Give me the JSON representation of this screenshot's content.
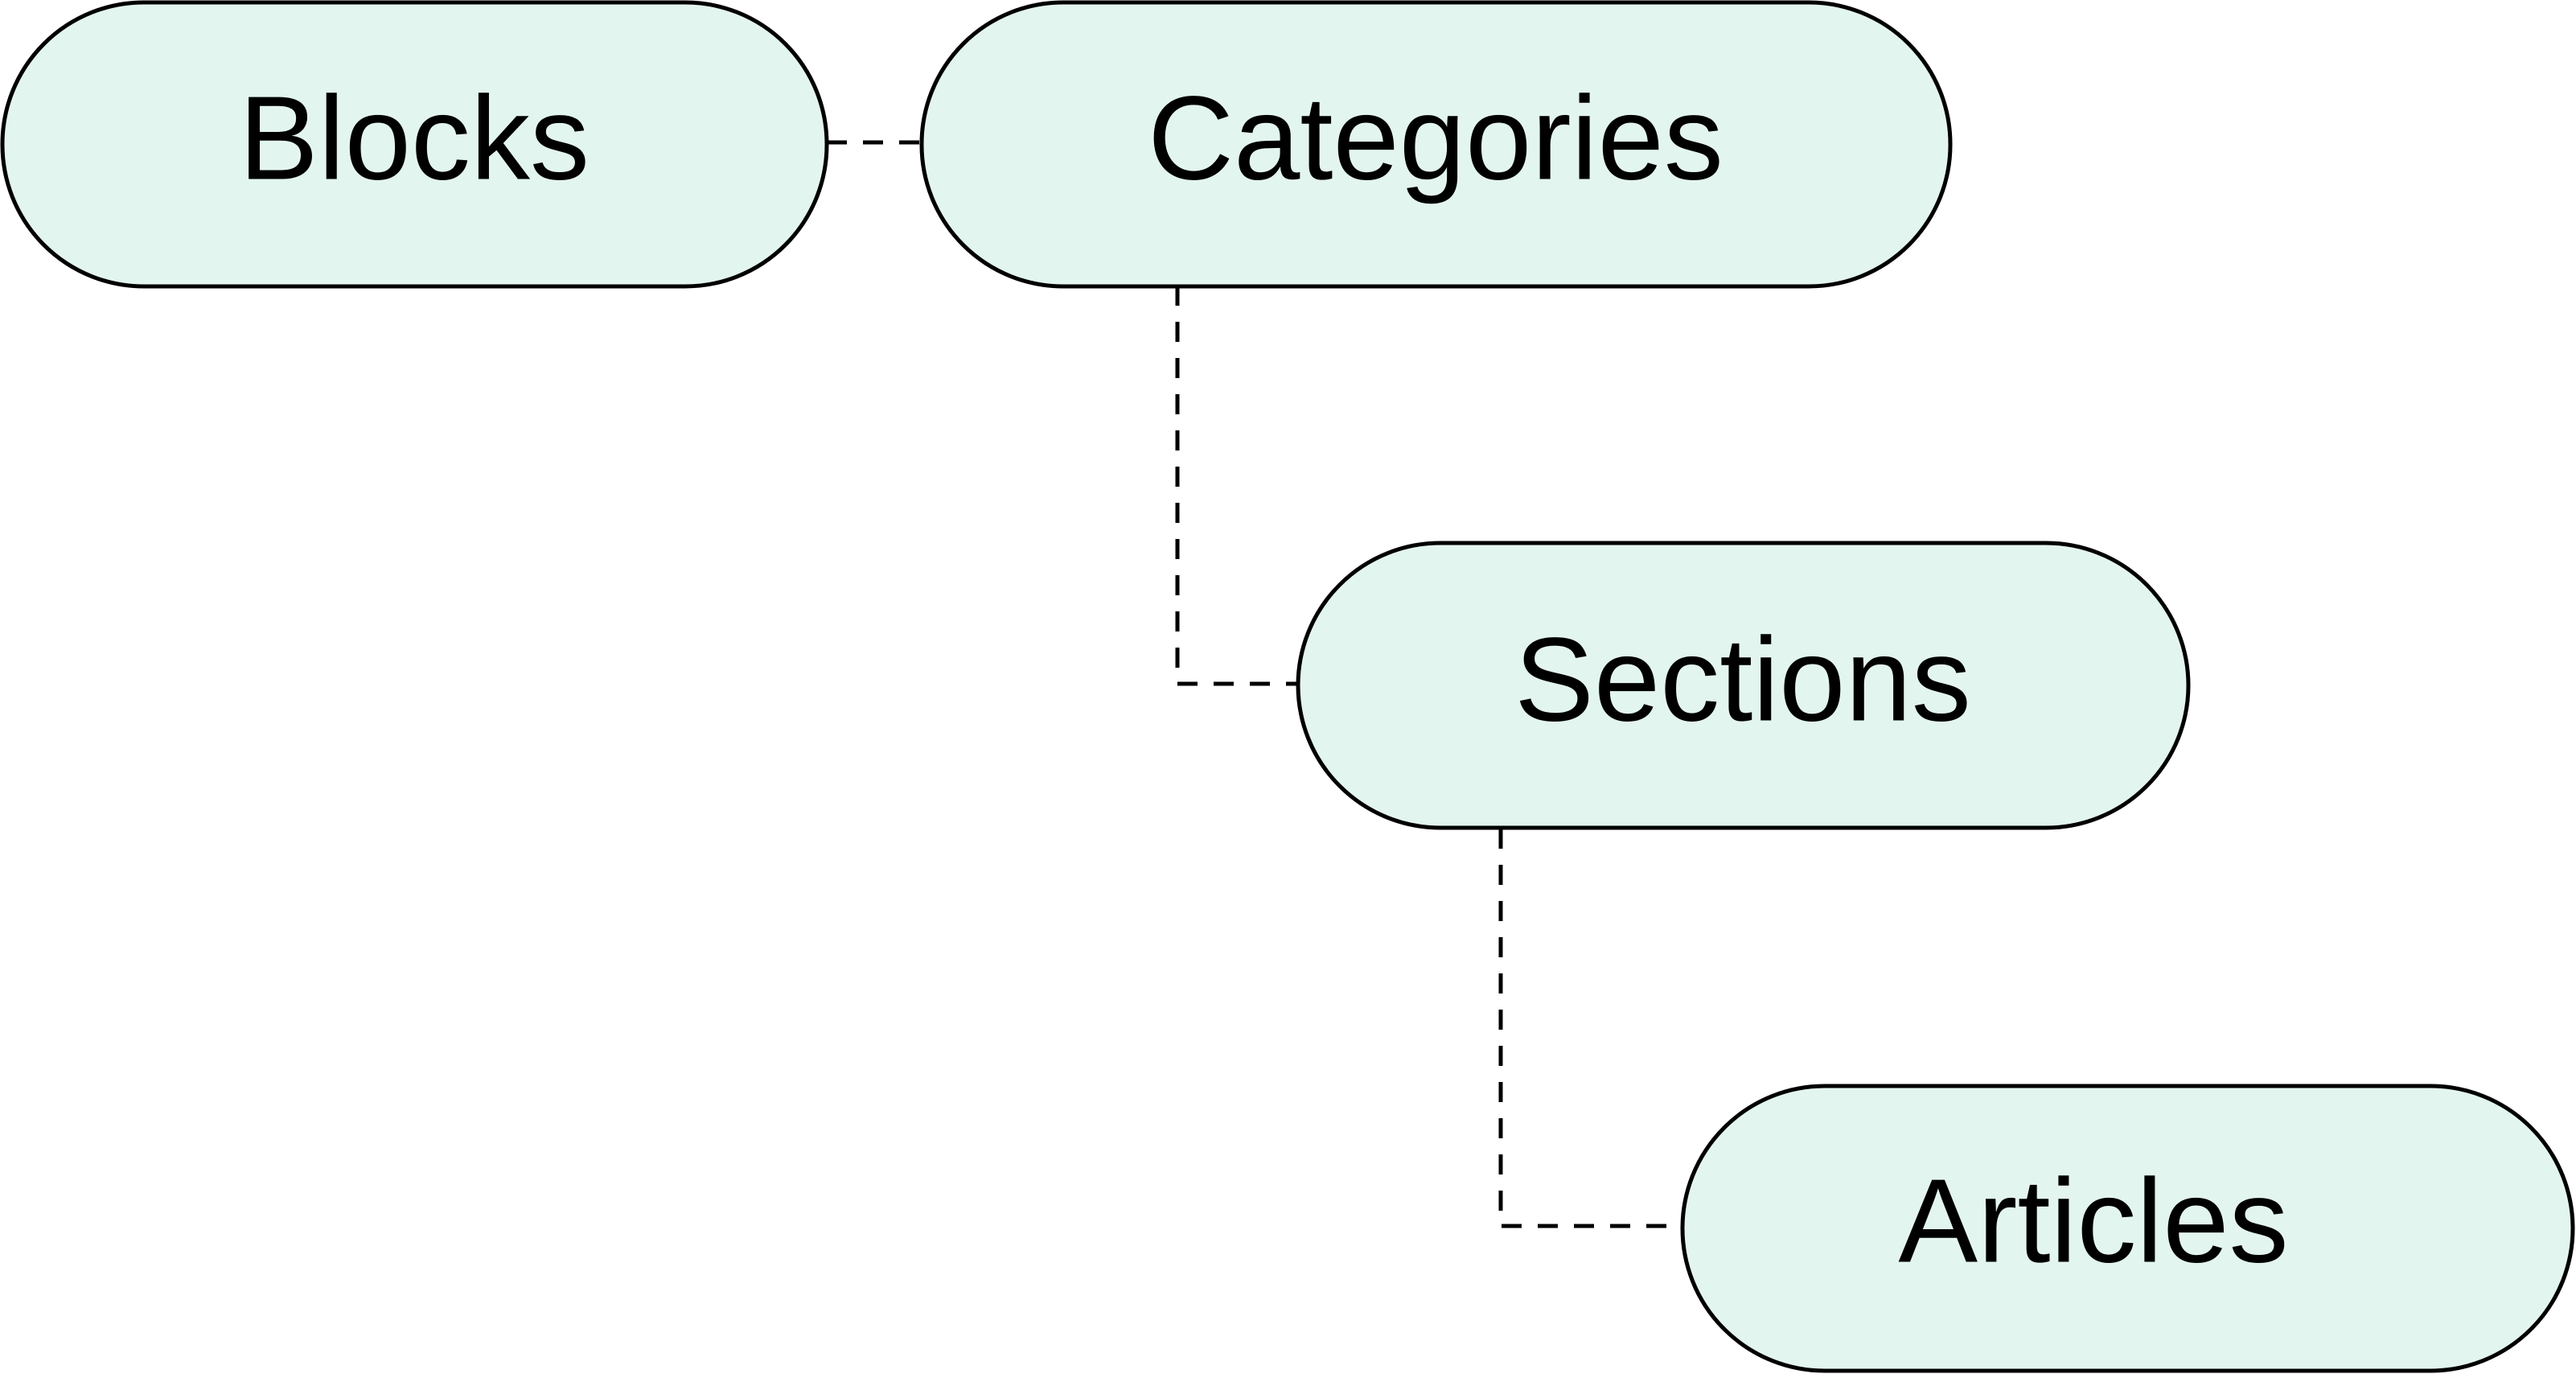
{
  "diagram": {
    "colors": {
      "node_fill": "#e3f5ef",
      "node_stroke": "#000000",
      "connector_stroke": "#000000",
      "text": "#000000"
    },
    "nodes": [
      {
        "id": "blocks",
        "label": "Blocks"
      },
      {
        "id": "categories",
        "label": "Categories"
      },
      {
        "id": "sections",
        "label": "Sections"
      },
      {
        "id": "articles",
        "label": "Articles"
      }
    ],
    "edges": [
      {
        "from": "blocks",
        "to": "categories"
      },
      {
        "from": "categories",
        "to": "sections"
      },
      {
        "from": "sections",
        "to": "articles"
      }
    ]
  }
}
